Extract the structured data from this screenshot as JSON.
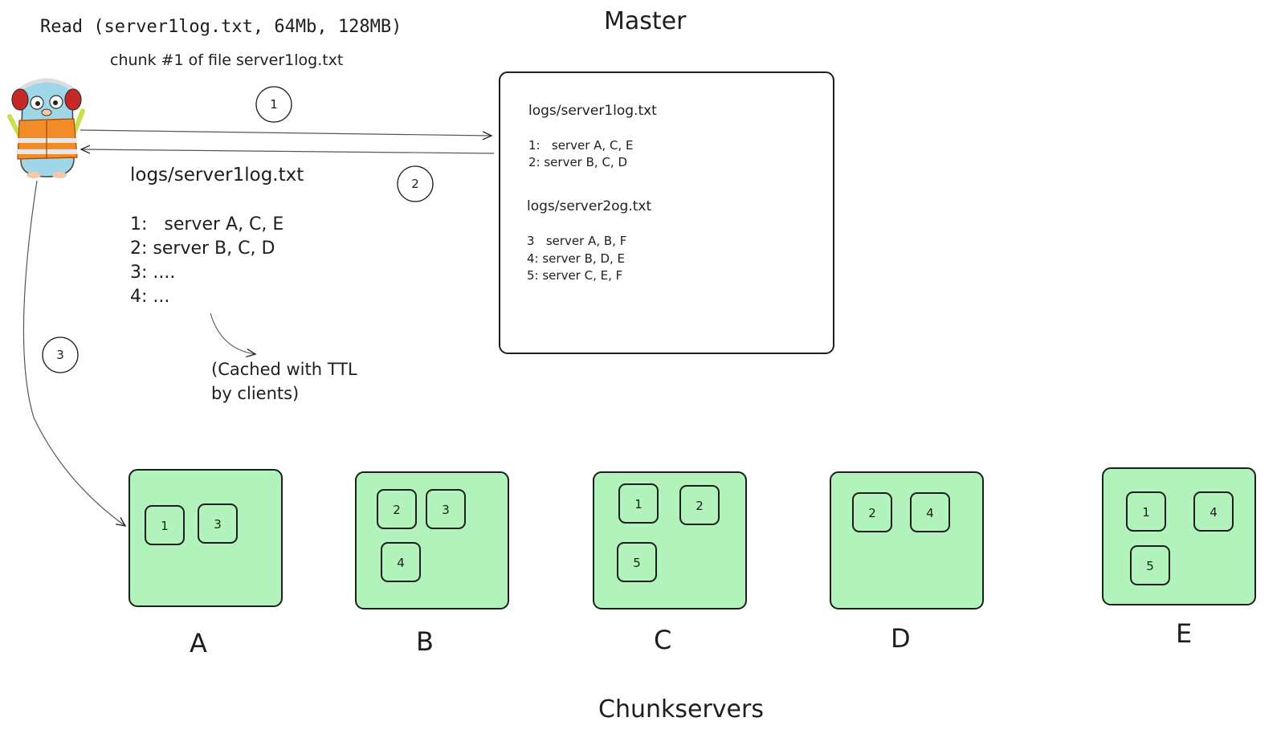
{
  "read_call": "Read (server1log.txt, 64Mb, 128MB)",
  "read_subtitle": "chunk #1 of file server1log.txt",
  "master": {
    "title": "Master",
    "entries": [
      {
        "file": "logs/server1log.txt",
        "lines": [
          "1:   server A, C, E",
          "2: server B, C, D"
        ]
      },
      {
        "file": "logs/server2og.txt",
        "lines": [
          "3   server A, B, F",
          "4: server B, D, E",
          "5: server C, E, F"
        ]
      }
    ]
  },
  "client_response": {
    "file": "logs/server1log.txt",
    "lines": [
      "1:   server A, C, E",
      "2: server B, C, D",
      "3: ....",
      "4: ..."
    ]
  },
  "cache_note": [
    "(Cached with TTL",
    "by clients)"
  ],
  "steps": [
    "1",
    "2",
    "3"
  ],
  "chunkservers": {
    "title": "Chunkservers",
    "color": "#b2f2bb",
    "servers": [
      {
        "name": "A",
        "chunks": [
          "1",
          "3"
        ]
      },
      {
        "name": "B",
        "chunks": [
          "2",
          "3",
          "4"
        ]
      },
      {
        "name": "C",
        "chunks": [
          "1",
          "2",
          "5"
        ]
      },
      {
        "name": "D",
        "chunks": [
          "2",
          "4"
        ]
      },
      {
        "name": "E",
        "chunks": [
          "1",
          "4",
          "5"
        ]
      }
    ]
  },
  "client_icon": "gopher-client-icon"
}
